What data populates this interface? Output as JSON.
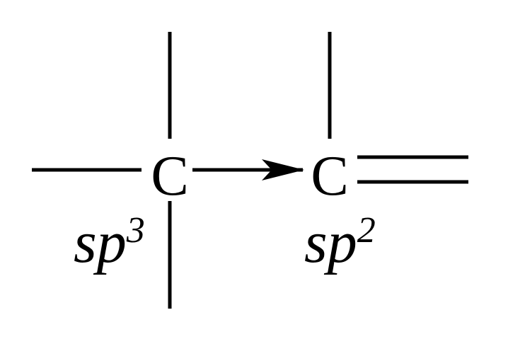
{
  "diagram": {
    "left_atom": {
      "symbol": "C",
      "hybridization": {
        "base": "sp",
        "superscript": "3"
      }
    },
    "right_atom": {
      "symbol": "C",
      "hybridization": {
        "base": "sp",
        "superscript": "2"
      }
    },
    "colors": {
      "stroke": "#000000",
      "background": "#ffffff"
    }
  }
}
